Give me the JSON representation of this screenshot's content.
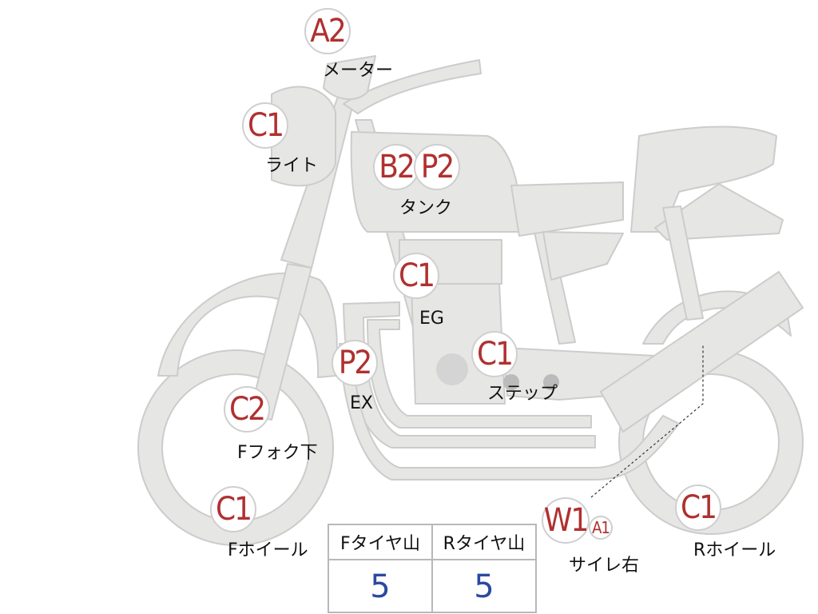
{
  "colors": {
    "accent": "#b03030",
    "value": "#2a4aa0",
    "part_fill": "#e6e6e4",
    "part_stroke": "#cccccc"
  },
  "labels": {
    "meter": "メーター",
    "light": "ライト",
    "tank": "タンク",
    "eg": "EG",
    "ex": "EX",
    "step": "ステップ",
    "f_fork_lower": "Fフォク下",
    "f_wheel": "Fホイール",
    "silencer_right": "サイレ右",
    "r_wheel": "Rホイール"
  },
  "badges": {
    "meter": "A2",
    "light": "C1",
    "tank_b": "B2",
    "tank_p": "P2",
    "eg": "C1",
    "ex": "P2",
    "step": "C1",
    "f_fork_lower": "C2",
    "f_wheel": "C1",
    "silencer_w": "W1",
    "silencer_a": "A1",
    "r_wheel": "C1"
  },
  "tire_table": {
    "headers": [
      "Fタイヤ山",
      "Rタイヤ山"
    ],
    "values": [
      "5",
      "5"
    ]
  }
}
